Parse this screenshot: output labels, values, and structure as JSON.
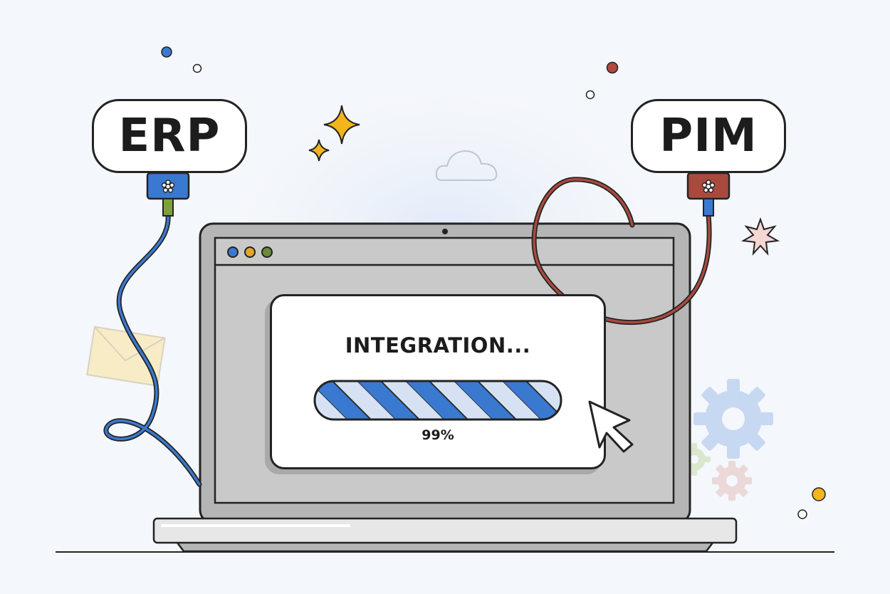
{
  "colors": {
    "background": "#f4f7fb",
    "outline": "#232323",
    "laptop_frame": "#b5b5b5",
    "screen": "#c9c9c9",
    "erp_plug": "#3a79d0",
    "pim_plug": "#a94a3e",
    "progress_fill": "#3a79d0",
    "progress_track": "#d6e2f4",
    "dot_blue": "#3a79d0",
    "dot_red": "#b04a3c",
    "dot_yellow": "#f2b51c",
    "dot_green": "#6b8a3a"
  },
  "systems": {
    "left": {
      "label": "ERP"
    },
    "right": {
      "label": "PIM"
    }
  },
  "dialog": {
    "title": "INTEGRATION...",
    "progress_percent": 99,
    "progress_text": "99%"
  },
  "icons": [
    "envelope-icon",
    "gear-icon",
    "cursor-icon",
    "sparkle-icon",
    "cloud-icon",
    "starburst-icon"
  ]
}
